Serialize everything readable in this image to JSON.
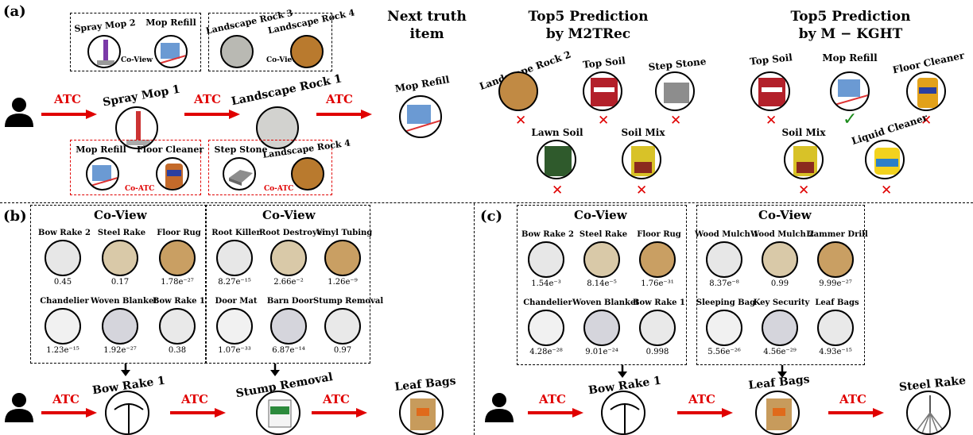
{
  "panels": {
    "a": "(a)",
    "b": "(b)",
    "c": "(c)"
  },
  "relation": {
    "atc": "ATC",
    "co_view": "Co-View",
    "co_atc": "Co-ATC",
    "co_view_title": "Co-View"
  },
  "headers": {
    "next_truth": [
      "Next truth",
      "item"
    ],
    "m2trec": [
      "Top5 Prediction",
      "by M2TRec"
    ],
    "mkght": [
      "Top5 Prediction",
      "by M − KGHT"
    ]
  },
  "panel_a": {
    "sequence": [
      "Spray Mop 1",
      "Landscape Rock 1"
    ],
    "next_truth": "Mop Refill",
    "coview_box_1": [
      "Spray Mop 2",
      "Mop Refill"
    ],
    "coview_box_2": [
      "Landscape Rock 3",
      "Landscape Rock 4"
    ],
    "coatc_box_1": [
      "Mop Refill",
      "Floor Cleaner"
    ],
    "coatc_box_2": [
      "Step Stone",
      "Landscape Rock 4"
    ],
    "m2trec_top": [
      "Landscape Rock 2",
      "Top Soil",
      "Step Stone"
    ],
    "m2trec_bottom": [
      "Lawn Soil",
      "Soil Mix"
    ],
    "mkght_top": [
      "Top Soil",
      "Mop Refill",
      "Floor Cleaner"
    ],
    "mkght_bottom": [
      "Soil Mix",
      "Liquid Cleaner"
    ]
  },
  "panel_b": {
    "box1": {
      "items": [
        {
          "name": "Bow Rake 2",
          "value": "0.45"
        },
        {
          "name": "Steel Rake",
          "value": "0.17"
        },
        {
          "name": "Floor Rug",
          "value": "1.78e⁻²⁷"
        },
        {
          "name": "Chandelier",
          "value": "1.23e⁻¹⁵"
        },
        {
          "name": "Woven Blanket",
          "value": "1.92e⁻²⁷"
        },
        {
          "name": "Bow Rake 1",
          "value": "0.38"
        }
      ]
    },
    "box2": {
      "items": [
        {
          "name": "Root Killer",
          "value": "8.27e⁻¹⁵"
        },
        {
          "name": "Root Destroyer",
          "value": "2.66e⁻²"
        },
        {
          "name": "Vinyl Tubing",
          "value": "1.26e⁻⁹"
        },
        {
          "name": "Door Mat",
          "value": "1.07e⁻³³"
        },
        {
          "name": "Barn Door",
          "value": "6.87e⁻¹⁴"
        },
        {
          "name": "Stump Removal",
          "value": "0.97"
        }
      ]
    },
    "sequence": [
      "Bow Rake 1",
      "Stump Removal",
      "Leaf Bags"
    ]
  },
  "panel_c": {
    "box1": {
      "items": [
        {
          "name": "Bow Rake 2",
          "value": "1.54e⁻³"
        },
        {
          "name": "Steel Rake",
          "value": "8.14e⁻⁵"
        },
        {
          "name": "Floor Rug",
          "value": "1.76e⁻³¹"
        },
        {
          "name": "Chandelier",
          "value": "4.28e⁻²⁸"
        },
        {
          "name": "Woven Blanket",
          "value": "9.01e⁻²⁴"
        },
        {
          "name": "Bow Rake 1",
          "value": "0.998"
        }
      ]
    },
    "box2": {
      "items": [
        {
          "name": "Wood Mulch 1",
          "value": "8.37e⁻⁸"
        },
        {
          "name": "Wood Mulch 2",
          "value": "0.99"
        },
        {
          "name": "Hammer Drill",
          "value": "9.99e⁻²⁷"
        },
        {
          "name": "Sleeping Bag",
          "value": "5.56e⁻²⁶"
        },
        {
          "name": "Key Security",
          "value": "4.56e⁻²⁹"
        },
        {
          "name": "Leaf Bags",
          "value": "4.93e⁻¹⁵"
        }
      ]
    },
    "sequence": [
      "Bow Rake 1",
      "Leaf Bags",
      "Steel Rake"
    ]
  },
  "colors": {
    "arrow": "#e00000",
    "cross": "#e00000",
    "check": "#1a8a1a"
  },
  "icons": {
    "user": "user-icon",
    "cross": "cross-icon",
    "check": "check-icon"
  }
}
